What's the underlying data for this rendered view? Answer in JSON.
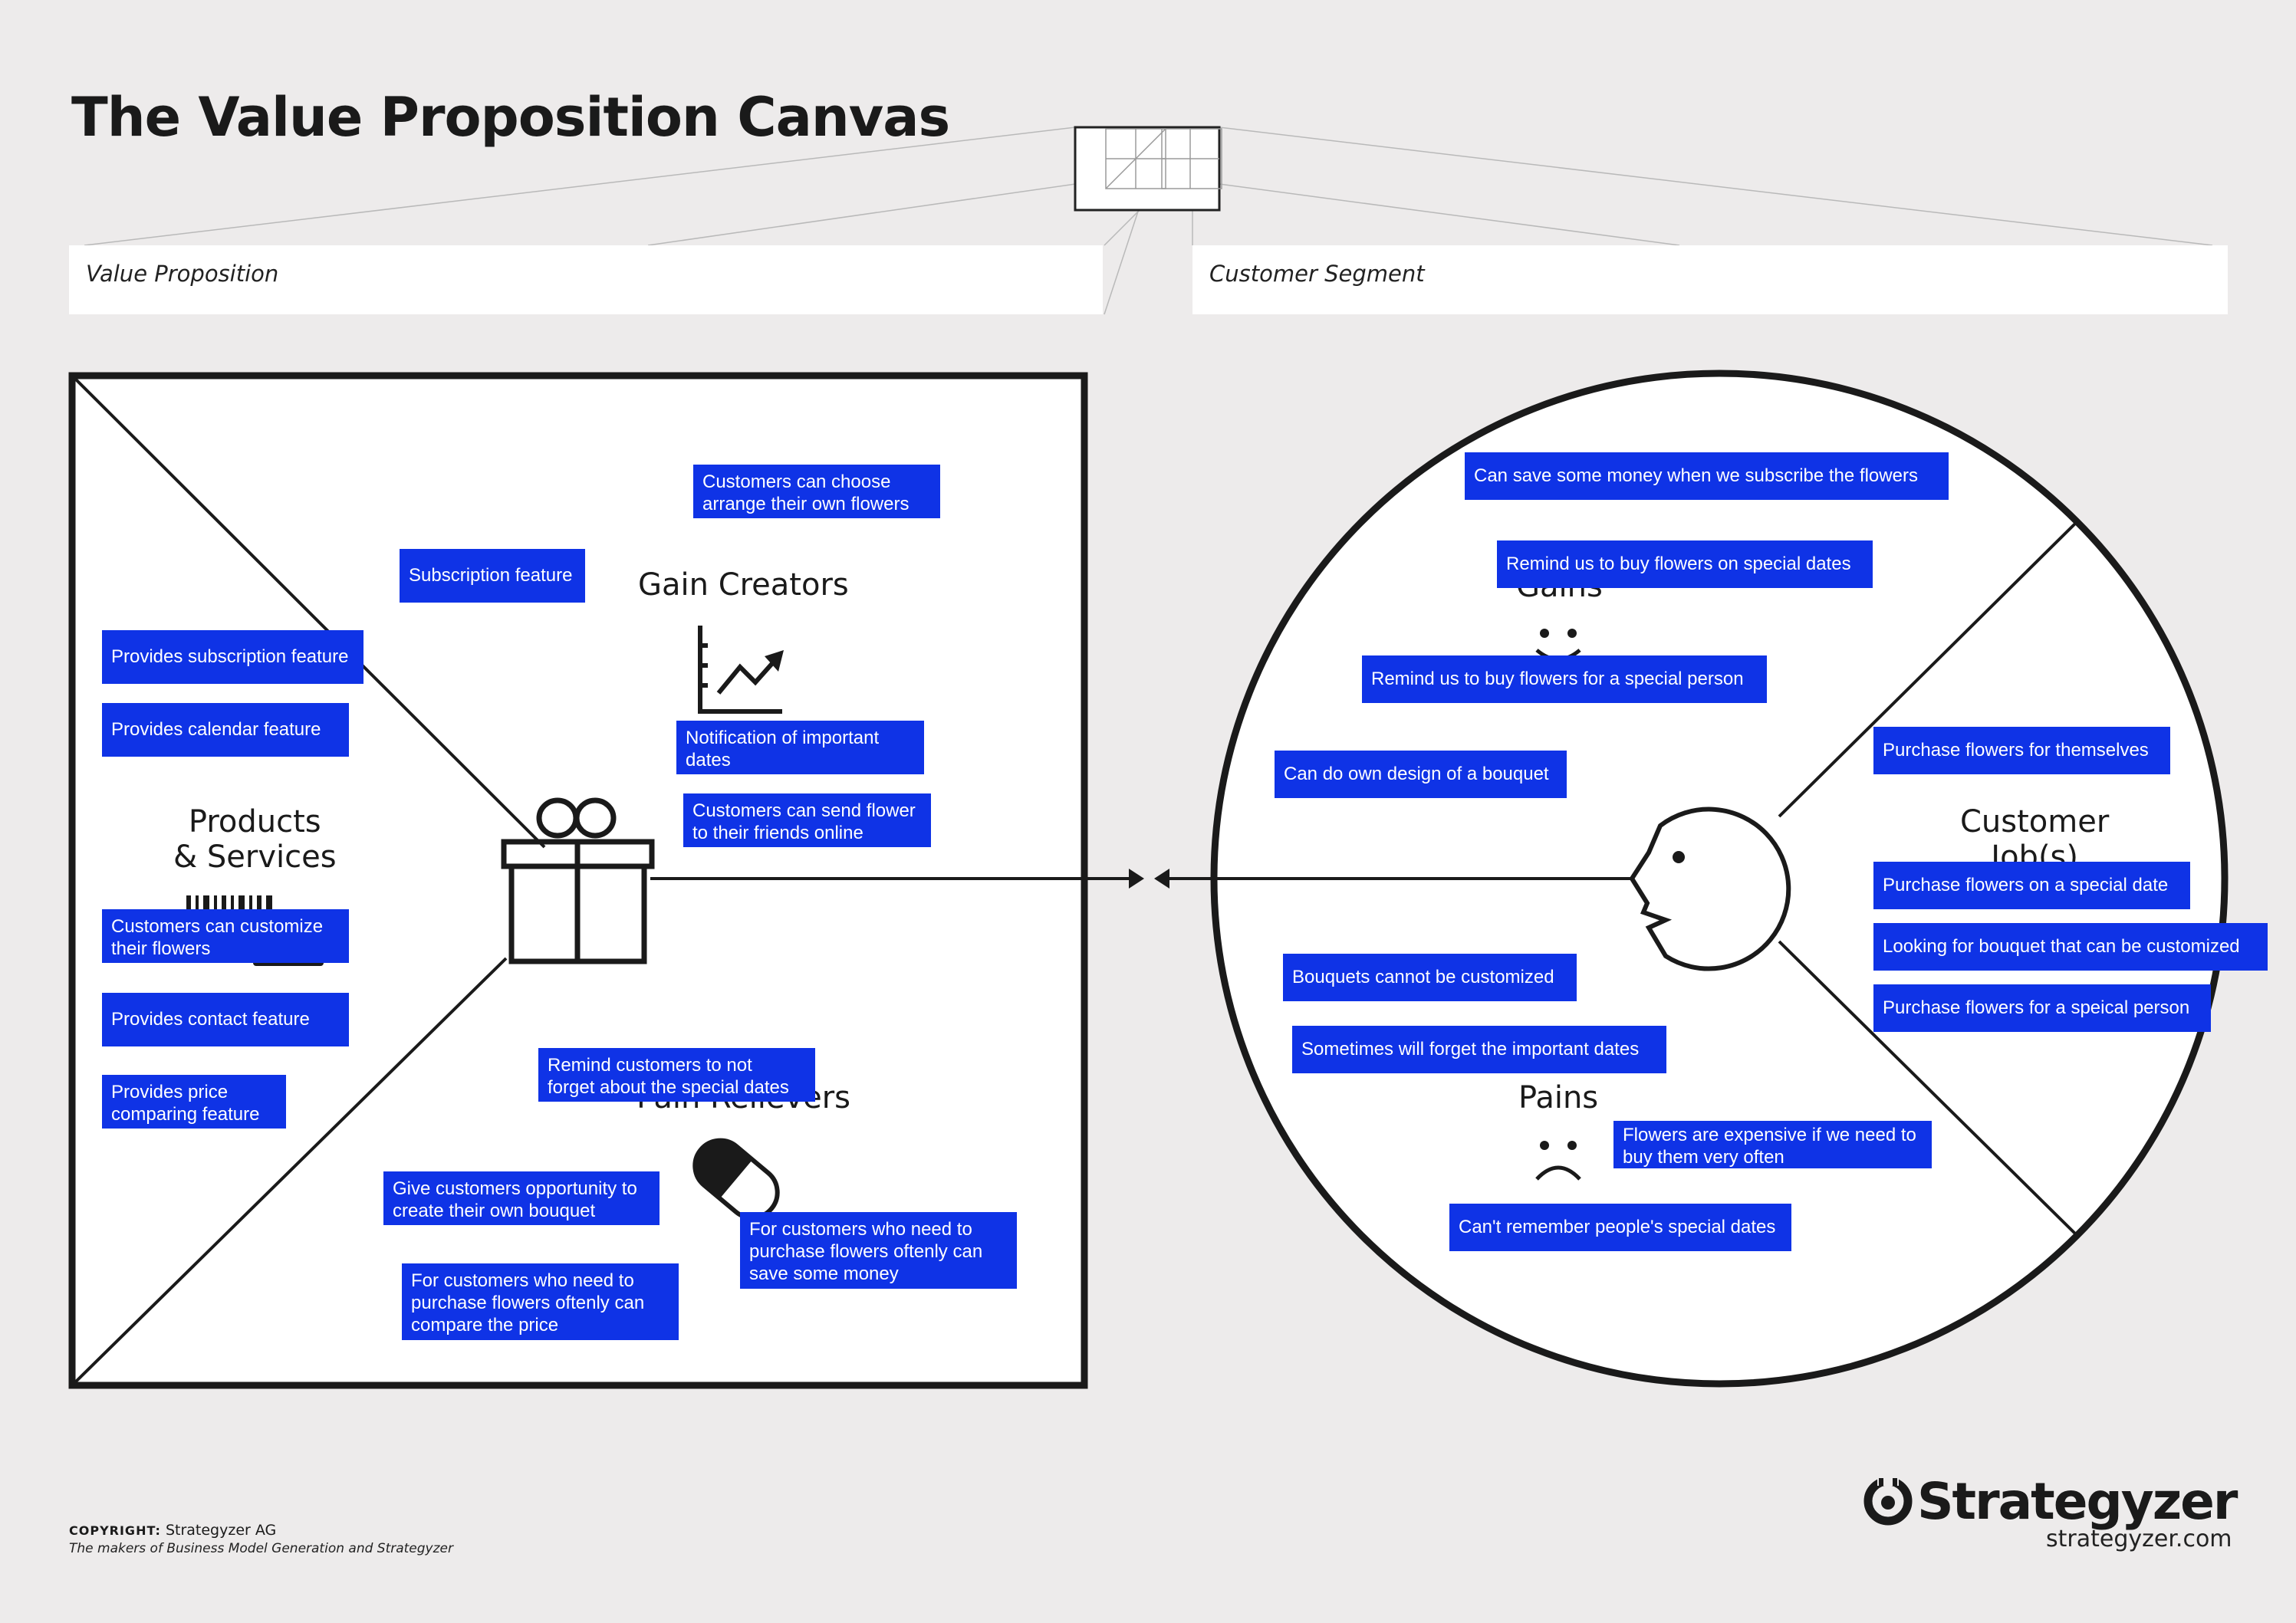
{
  "header": {
    "title": "The Value Proposition Canvas",
    "value_proposition_field": "Value Proposition",
    "customer_segment_field": "Customer Segment"
  },
  "value_map": {
    "gain_creators_label": "Gain Creators",
    "products_label": "Products\n& Services",
    "pain_relievers_label": "Pain Relievers",
    "gain_creators_icon": "chart-growth-icon",
    "products_icon": "gift-icon",
    "pain_relievers_icon": "pill-icon"
  },
  "customer_profile": {
    "gains_label": "Gains",
    "jobs_label": "Customer\nJob(s)",
    "pains_label": "Pains",
    "gains_icon": "smile-icon",
    "pains_icon": "frown-icon",
    "customer_icon": "face-profile-icon"
  },
  "notes": {
    "gc1": "Customers can choose\narrange their own flowers",
    "gc2": "Subscription feature",
    "gc3": "Notification of important\ndates",
    "gc4": "Customers can send flower\nto their friends online",
    "ps1": "Provides subscription feature",
    "ps2": "Provides calendar feature",
    "ps3": "Customers can customize\ntheir flowers",
    "ps4": "Provides contact feature",
    "ps5": "Provides price\ncomparing feature",
    "pr1": "Remind customers to not\nforget about the special dates",
    "pr2": "Give customers opportunity to\ncreate their own bouquet",
    "pr3": "For customers who need to\npurchase flowers oftenly can\ncompare the price",
    "pr4": "For customers who need to\npurchase flowers oftenly can\nsave some money",
    "g1": "Can save some money when we subscribe the flowers",
    "g2": "Remind us to buy flowers on special dates",
    "g3": "Remind us to buy flowers for a special person",
    "g4": "Can do own design of a bouquet",
    "j1": "Purchase flowers for themselves",
    "j2": "Purchase flowers on a special date",
    "j3": "Looking for bouquet that can be customized",
    "j4": "Purchase flowers for a speical person",
    "p1": "Bouquets cannot be customized",
    "p2": "Sometimes will forget the important dates",
    "p3": "Flowers are expensive if we need to\nbuy them very often",
    "p4": "Can't remember people's special dates"
  },
  "footer": {
    "copyright_label": "COPYRIGHT:",
    "copyright_owner": "Strategyzer AG",
    "makers": "The makers of Business Model Generation and Strategyzer",
    "brand": "Strategyzer",
    "brand_url": "strategyzer.com"
  },
  "colors": {
    "note_bg": "#0f33e6",
    "background": "#edebeb",
    "ink": "#1a1a1a"
  }
}
